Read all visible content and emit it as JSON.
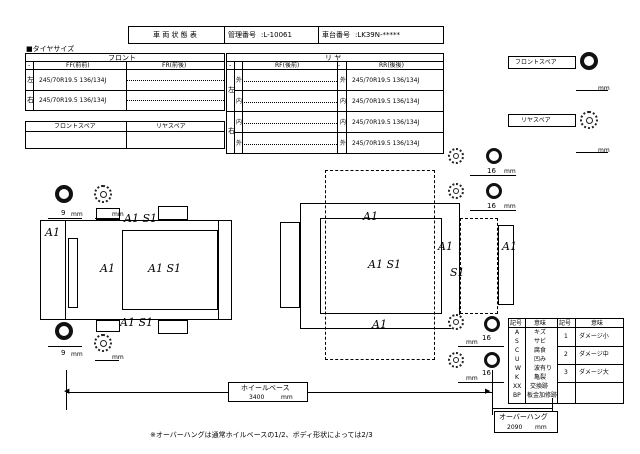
{
  "header": {
    "title": "車 両 状 態 表",
    "mgmt_label": "管理番号",
    "mgmt_value": ":L-10061",
    "chassis_label": "車台番号",
    "chassis_value": ":LK39N-*****"
  },
  "section_title": "■タイヤサイズ",
  "front": {
    "label": "フロント",
    "ff_label": "FF(前前)",
    "fr_label": "FR(前後)",
    "dash": "-",
    "left_label": "左",
    "right_label": "右",
    "left_size": "245/70R19.5 136/134J",
    "right_size": "245/70R19.5 136/134J"
  },
  "rear": {
    "label": "リ ヤ",
    "rf_label": "RF(後前)",
    "rr_label": "RR(後後)",
    "dash1": "-",
    "dash2": "-",
    "side_left": "左",
    "side_right": "右",
    "out1": "外",
    "in1": "内",
    "in2": "内",
    "out2": "外",
    "rr_out1": "外",
    "rr_in1": "内",
    "rr_in2": "内",
    "rr_out2": "外",
    "rr_size1": "245/70R19.5 136/134J",
    "rr_size2": "245/70R19.5 136/134J",
    "rr_size3": "245/70R19.5 136/134J",
    "rr_size4": "245/70R19.5 136/134J"
  },
  "spare_table": {
    "front_spare": "フロントスペア",
    "rear_spare": "リヤスペア"
  },
  "spare_right": {
    "front_label": "フロントスペア",
    "rear_label": "リヤスペア",
    "mm1": "mm",
    "mm2": "mm"
  },
  "diagram": {
    "front_left_depth": "9",
    "front_left_mm": "mm",
    "front_right_depth": "9",
    "front_right_mm": "mm",
    "tread_mm_tl": "mm",
    "tread_mm_bl": "mm",
    "rear_depth_1": "16",
    "rear_depth_2": "16",
    "rear_depth_3": "16",
    "rear_depth_4": "16",
    "mm": "mm",
    "mark_a1": "A1",
    "mark_a1_s1": "A1 S1",
    "mark_a1_b": "A1",
    "mark_s1": "S1"
  },
  "wheelbase": {
    "label": "ホイールベース",
    "value": "3400",
    "unit": "mm"
  },
  "overhang": {
    "label": "オーバーハング",
    "value": "2090",
    "unit": "mm"
  },
  "note": "※オーバーハングは通常ホイルベースの1/2、ボディ形状によっては2/3",
  "legend": {
    "headers": [
      "記号",
      "意味",
      "記号",
      "意味"
    ],
    "rows": [
      [
        "A",
        "キズ"
      ],
      [
        "S",
        "サビ"
      ],
      [
        "C",
        "腐食"
      ],
      [
        "U",
        "凹み"
      ],
      [
        "W",
        "波有り"
      ],
      [
        "K",
        "亀裂"
      ],
      [
        "XX",
        "交換跡"
      ],
      [
        "BP",
        "板金加修跡"
      ]
    ],
    "levels": [
      [
        "1",
        "ダメージ小"
      ],
      [
        "2",
        "ダメージ中"
      ],
      [
        "3",
        "ダメージ大"
      ]
    ]
  }
}
